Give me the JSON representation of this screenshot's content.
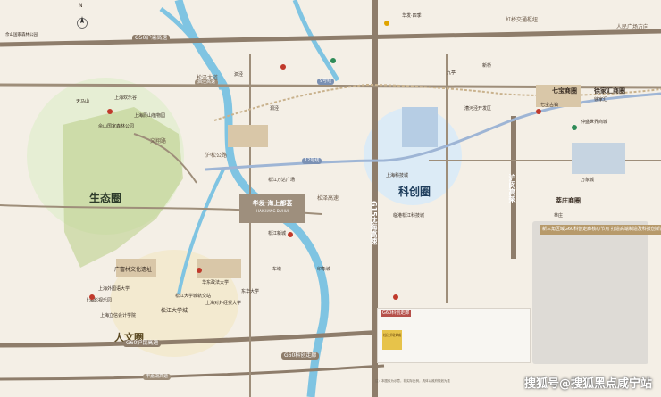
{
  "colors": {
    "background": "#f4efe6",
    "river": "#7fc4e2",
    "green_zone": "#a6bd6e",
    "road_main": "#8e7d6b",
    "metro_line": "#9eb5d5",
    "accent_red": "#c0392b",
    "zone_ecology": "#c9d9a8",
    "zone_tech": "#cfe3f3",
    "zone_culture": "#efe6c6"
  },
  "header": {
    "top_left_note": "佘山国家森林公园",
    "compass_label": "N"
  },
  "zones": {
    "ecology": "生态圈",
    "tech": "科创圈",
    "culture": "人文圈",
    "cbd": "七宝商圈",
    "xujiahui": "徐家汇商圈",
    "xinzhuang": "莘庄商圈"
  },
  "roads": {
    "g50": "G50沪渝高速",
    "g60": "G60沪昆高速",
    "g15": "G15沈海高速",
    "sijing": "泗泾高速",
    "shenhai": "申嘉湖高速",
    "science_corridor": "G60科创走廊",
    "metro_9": "9号线",
    "metro_12": "12号线",
    "songze": "松泽高速",
    "humin": "沪闵高架",
    "hongqiao_hub": "虹桥交通枢纽",
    "people_square": "人民广场方向",
    "wenxiang": "文翔路",
    "songjiang_road": "沪松公路",
    "songze_ave": "松泽大道"
  },
  "project": {
    "name_line1": "华发·海上都荟",
    "name_line2": "HAISHANG DUHUI"
  },
  "landmarks": [
    {
      "name": "天马山",
      "kind": "poi"
    },
    {
      "name": "上海欢乐谷",
      "kind": "poi"
    },
    {
      "name": "佘山国家森林公园",
      "kind": "poi"
    },
    {
      "name": "上海辰山植物园",
      "kind": "poi"
    },
    {
      "name": "广富林文化遗址",
      "kind": "poi"
    },
    {
      "name": "松江大学城",
      "kind": "poi"
    },
    {
      "name": "上海影视乐园",
      "kind": "poi"
    },
    {
      "name": "华发·四季",
      "kind": "poi"
    },
    {
      "name": "九亭",
      "kind": "poi"
    },
    {
      "name": "七宝古镇",
      "kind": "poi"
    },
    {
      "name": "漕河泾开发区",
      "kind": "poi"
    },
    {
      "name": "上海科技城",
      "kind": "poi"
    },
    {
      "name": "临港松江科技城",
      "kind": "poi"
    },
    {
      "name": "松江新城",
      "kind": "poi"
    },
    {
      "name": "松江大学城轨交站",
      "kind": "poi"
    },
    {
      "name": "上海外国语大学",
      "kind": "poi"
    },
    {
      "name": "华东政法大学",
      "kind": "poi"
    },
    {
      "name": "上海对外经贸大学",
      "kind": "poi"
    },
    {
      "name": "东华大学",
      "kind": "poi"
    },
    {
      "name": "上海立信会计学院",
      "kind": "poi"
    },
    {
      "name": "泗泾",
      "kind": "poi"
    },
    {
      "name": "洞泾",
      "kind": "poi"
    },
    {
      "name": "新桥",
      "kind": "poi"
    },
    {
      "name": "车墩",
      "kind": "poi"
    },
    {
      "name": "松江万达广场",
      "kind": "poi"
    },
    {
      "name": "印象城",
      "kind": "poi"
    },
    {
      "name": "莘庄",
      "kind": "poi"
    },
    {
      "name": "徐家汇",
      "kind": "poi"
    },
    {
      "name": "仲盛世界商城",
      "kind": "poi"
    },
    {
      "name": "万象城",
      "kind": "poi"
    }
  ],
  "legend": {
    "tag": "G60科创走廊",
    "badge": "松江科技城"
  },
  "inset": {
    "title": "新三角区域G60科创走廊核心节点 打造高端制造及科技创新产业集群"
  },
  "footnote": "注：本图仅为示意，非实际比例，具体以政府规划为准",
  "watermark": "搜狐号@搜狐黑点咸宁站"
}
